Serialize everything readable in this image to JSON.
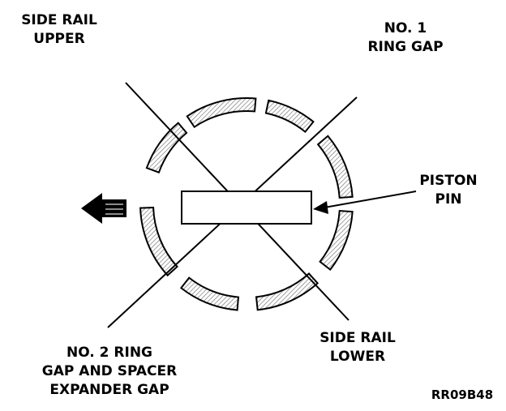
{
  "labels": {
    "side_rail_upper": [
      "SIDE RAIL",
      "UPPER"
    ],
    "no1_ring_gap": [
      "NO. 1",
      "RING GAP"
    ],
    "piston_pin": [
      "PISTON",
      "PIN"
    ],
    "side_rail_lower": [
      "SIDE RAIL",
      "LOWER"
    ],
    "no2_ring_gap": [
      "NO. 2 RING",
      "GAP AND SPACER",
      "EXPANDER GAP"
    ],
    "figure_code": "RR09B48"
  },
  "icons": {
    "direction_arrow": "arrow-left-icon"
  },
  "colors": {
    "ink": "#000000",
    "paper": "#ffffff",
    "hatch": "#7a7a7a"
  }
}
